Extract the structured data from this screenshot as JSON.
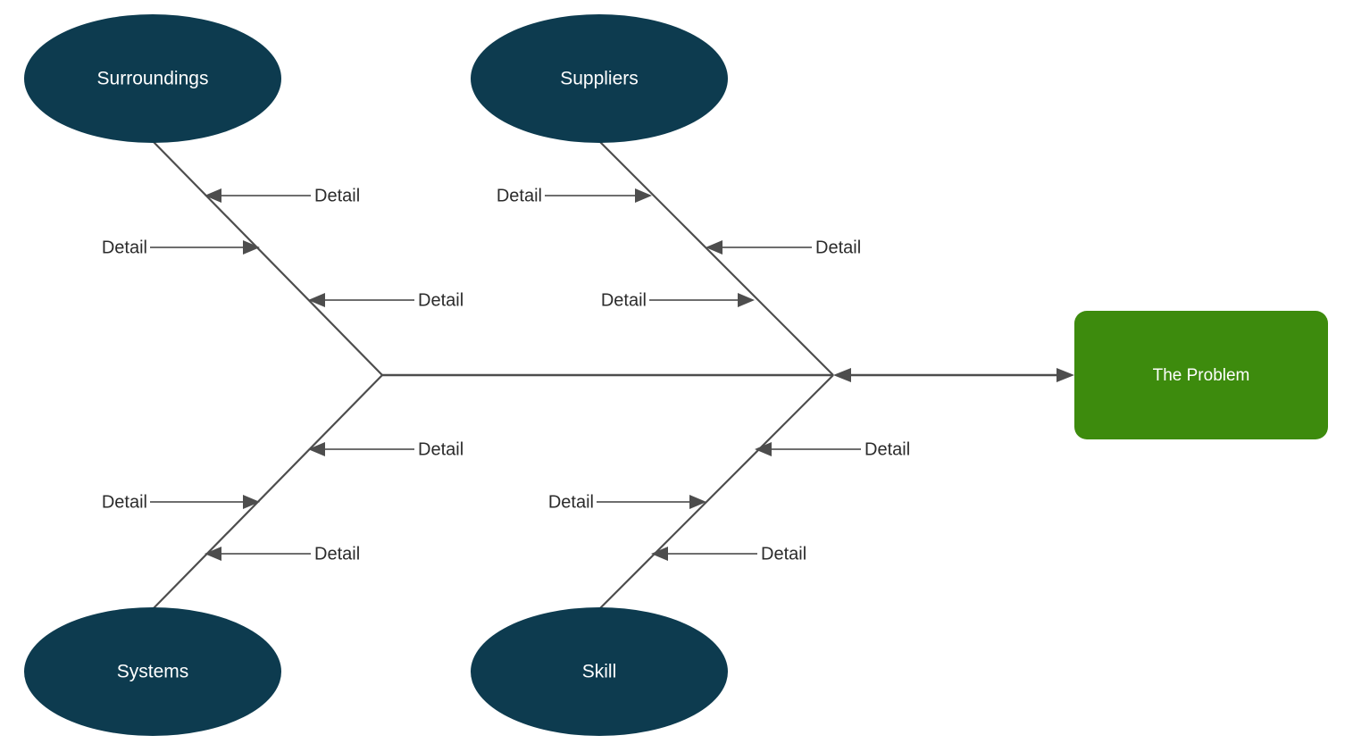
{
  "diagram": {
    "type": "fishbone-ishikawa",
    "title_text": "",
    "colors": {
      "category_fill": "#0d3b4f",
      "category_text": "#ffffff",
      "problem_fill": "#3d8b0d",
      "problem_text": "#ffffff",
      "line": "#4d4d4d",
      "detail_line": "#595959",
      "detail_text": "#2b2b2b",
      "background": "#ffffff"
    }
  },
  "effect": {
    "label": "The Problem"
  },
  "categories": [
    {
      "id": "surroundings",
      "label": "Surroundings",
      "position": "top-left",
      "details": [
        {
          "label": "Detail",
          "side": "right",
          "arrow": "left"
        },
        {
          "label": "Detail",
          "side": "left",
          "arrow": "right"
        },
        {
          "label": "Detail",
          "side": "right",
          "arrow": "left"
        }
      ]
    },
    {
      "id": "suppliers",
      "label": "Suppliers",
      "position": "top-right",
      "details": [
        {
          "label": "Detail",
          "side": "left",
          "arrow": "right"
        },
        {
          "label": "Detail",
          "side": "right",
          "arrow": "left"
        },
        {
          "label": "Detail",
          "side": "left",
          "arrow": "right"
        }
      ]
    },
    {
      "id": "systems",
      "label": "Systems",
      "position": "bottom-left",
      "details": [
        {
          "label": "Detail",
          "side": "right",
          "arrow": "left"
        },
        {
          "label": "Detail",
          "side": "left",
          "arrow": "right"
        },
        {
          "label": "Detail",
          "side": "right",
          "arrow": "left"
        }
      ]
    },
    {
      "id": "skill",
      "label": "Skill",
      "position": "bottom-right",
      "details": [
        {
          "label": "Detail",
          "side": "right",
          "arrow": "left"
        },
        {
          "label": "Detail",
          "side": "left",
          "arrow": "right"
        },
        {
          "label": "Detail",
          "side": "right",
          "arrow": "left"
        }
      ]
    }
  ],
  "labels": {
    "d_surroundings_1": "Detail",
    "d_surroundings_2": "Detail",
    "d_surroundings_3": "Detail",
    "d_suppliers_1": "Detail",
    "d_suppliers_2": "Detail",
    "d_suppliers_3": "Detail",
    "d_systems_1": "Detail",
    "d_systems_2": "Detail",
    "d_systems_3": "Detail",
    "d_skill_1": "Detail",
    "d_skill_2": "Detail",
    "d_skill_3": "Detail"
  }
}
